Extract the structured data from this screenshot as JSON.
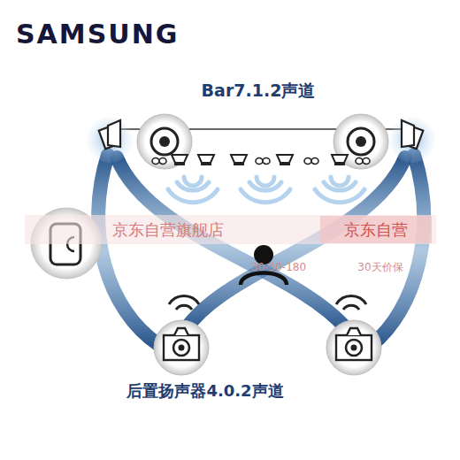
{
  "diagram": {
    "labels": [
      "SAMSUNG",
      "Bar7.1.2声道",
      "京东自营旗舰店",
      "京东自营",
      "30-30-180",
      "30天价保",
      "后置扬声器4.0.2声道"
    ]
  }
}
